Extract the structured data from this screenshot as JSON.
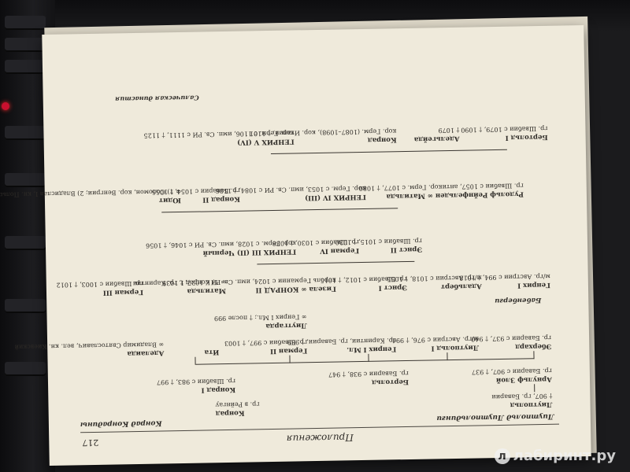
{
  "header": {
    "title": "Приложения",
    "page_number": "217"
  },
  "captions": {
    "left": "Лиутпольд Лиутпольдинги",
    "right": "Конрад Конрадины"
  },
  "dynasties": {
    "babenbergs": "Бабенберги",
    "salian": "Салическая династия"
  },
  "nodes": {
    "liutpold": {
      "name": "Лиутпольд",
      "info": "† 907, гр. Баварии"
    },
    "arnulf": {
      "name": "Арнульф Злой",
      "info": "гр. Баварии с 907, † 937"
    },
    "berthold": {
      "name": "Бертольд",
      "info": "гр. Баварии с 938, † 947"
    },
    "konrad_k": {
      "name": "Конрад",
      "info": "гр. в Рейнгау"
    },
    "konrad_i": {
      "name": "Конрад I",
      "info": "гр. Швабии с 983, † 997"
    },
    "eberhard": {
      "name": "Эберхард",
      "info": "гр. Баварии с 937, † 940"
    },
    "liutpold_i": {
      "name": "Лиутпольд I",
      "info": "м/гр. Австрии с 976, † 994"
    },
    "henry_ml": {
      "name": "Генрих I Мл.",
      "info": "гр. Каринтии, гр. Баварии, † 989"
    },
    "hermann_ii": {
      "name": "Герман II",
      "info": "гр. Швабии с 997, † 1003"
    },
    "ita": {
      "name": "Ита",
      "info": ""
    },
    "liudgarda": {
      "name": "Лиутгарда",
      "info": "∞ Генрих I Мл.; † после 999"
    },
    "adelheid": {
      "name": "Аделаида",
      "info": "∞ Владимир Святославич, вел. кн. Киевский"
    },
    "henry_i": {
      "name": "Генрих I",
      "info": "м/гр. Австрии с 994, † 1018"
    },
    "adalbert": {
      "name": "Адальберт",
      "info": "м/гр. Австрии с 1018, † 1055"
    },
    "ernst_i": {
      "name": "Эрнст I",
      "info": "гр. Швабии с 1012, † 1015"
    },
    "gisela": {
      "name": "Гизела ∞ КОНРАД II",
      "info": "король Германии с 1024, имп. Св. РИ с 1027, † 1039"
    },
    "matilda": {
      "name": "Матильда",
      "info": "∞ 1) Конрад I, гр. Каринтии"
    },
    "hermann_iii": {
      "name": "Герман III",
      "info": "гр. Швабии с 1003, † 1012"
    },
    "ernst_ii": {
      "name": "Эрнст II",
      "info": "гр. Швабии с 1015, † 1030"
    },
    "hermann_iv": {
      "name": "Герман IV",
      "info": "гр. Швабии с 1030, † 1038"
    },
    "henry_iii": {
      "name": "ГЕНРИХ III (II) Черный",
      "info": "кор. Герм. с 1028, имп. Св. РИ с 1046, † 1056"
    },
    "rudolf": {
      "name": "Рудольф Рейнфельден ∞ Матильда",
      "info": "гр. Швабии с 1057, антикор. Герм. с 1077, † 1080"
    },
    "henry_iv": {
      "name": "ГЕНРИХ IV (III)",
      "info": "кор. Герм. с 1053, имп. Св. РИ с 1084, † 1106"
    },
    "konrad_ii_jr": {
      "name": "Конрад II",
      "info": "гр. Баварии с 1054, † 1055"
    },
    "judith": {
      "name": "Юдит",
      "info": "∞ 1) Соломон, кор. Венгрии; 2) Владислав I, кн. Польши"
    },
    "berthold_i": {
      "name": "Бертольд I",
      "info": "гр. Швабии с 1079, † 1090"
    },
    "adelheid_2": {
      "name": "Адельгейда",
      "info": "† 1079"
    },
    "konrad_3": {
      "name": "Конрад",
      "info": "кор. Герм. (1087–1098), кор. Италии, † 1101"
    },
    "henry_v": {
      "name": "ГЕНРИХ V (IV)",
      "info": "кор. Герм. с 1106, имп. Св. РИ с 1111, † 1125"
    }
  },
  "watermark": "лабиринт.ру"
}
